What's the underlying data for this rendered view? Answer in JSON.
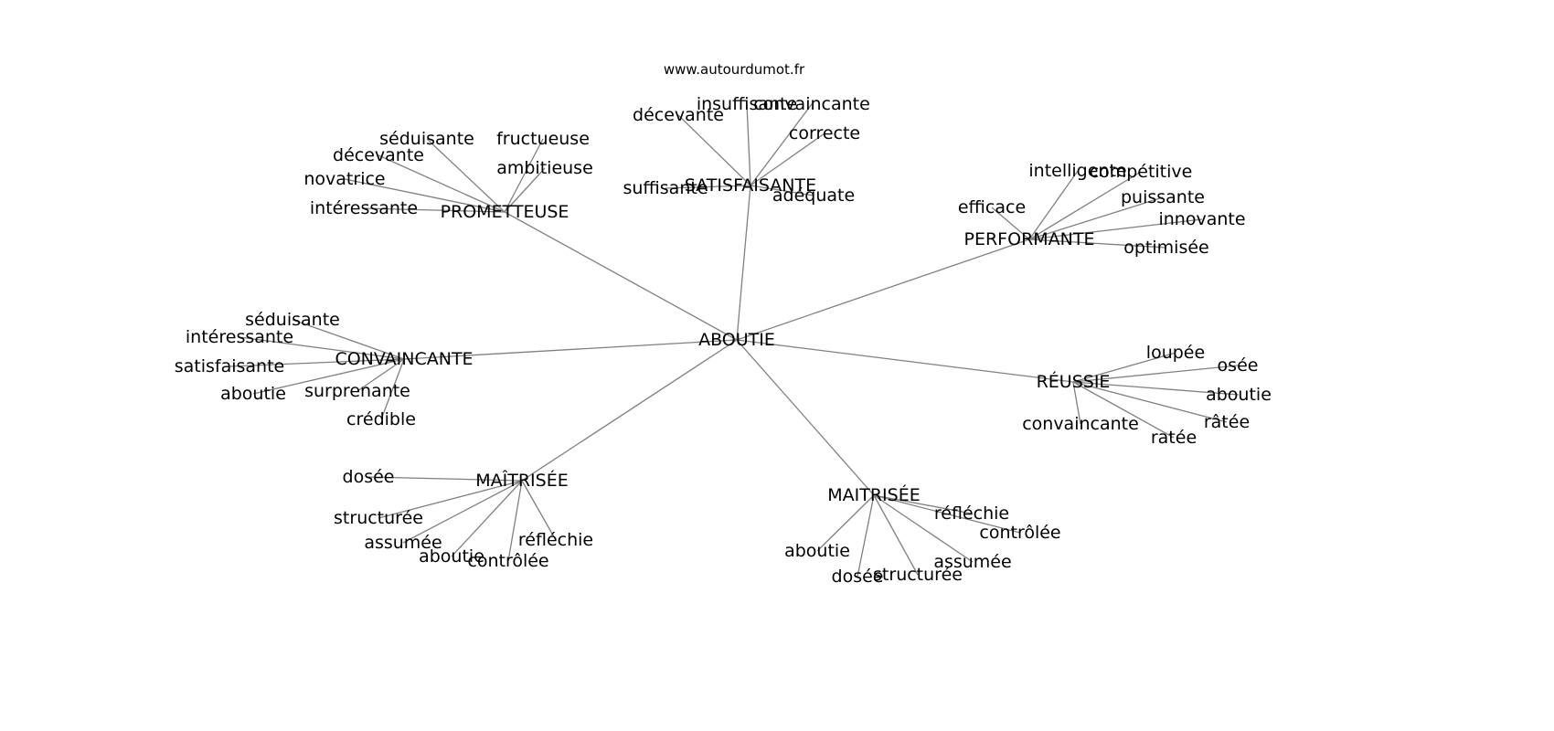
{
  "site": "www.autourdumot.fr",
  "center": "ABOUTIE",
  "clusters": [
    {
      "hub": "PROMETTEUSE",
      "leaves": [
        "séduisante",
        "décevante",
        "novatrice",
        "intéressante",
        "fructueuse",
        "ambitieuse"
      ]
    },
    {
      "hub": "SATISFAISANTE",
      "leaves": [
        "décevante",
        "insuffisante",
        "convaincante",
        "correcte",
        "suffisante",
        "adéquate"
      ]
    },
    {
      "hub": "PERFORMANTE",
      "leaves": [
        "intelligente",
        "compétitive",
        "puissante",
        "innovante",
        "efficace",
        "optimisée"
      ]
    },
    {
      "hub": "CONVAINCANTE",
      "leaves": [
        "séduisante",
        "intéressante",
        "satisfaisante",
        "aboutie",
        "surprenante",
        "crédible"
      ]
    },
    {
      "hub": "RÉUSSIE",
      "leaves": [
        "loupée",
        "osée",
        "aboutie",
        "râtée",
        "convaincante",
        "ratée"
      ]
    },
    {
      "hub": "MAÎTRISÉE",
      "leaves": [
        "dosée",
        "structurée",
        "assumée",
        "aboutie",
        "contrôlée",
        "réfléchie"
      ]
    },
    {
      "hub": "MAITRISÉE",
      "leaves": [
        "réfléchie",
        "contrôlée",
        "assumée",
        "aboutie",
        "dosée",
        "structurée"
      ]
    }
  ]
}
